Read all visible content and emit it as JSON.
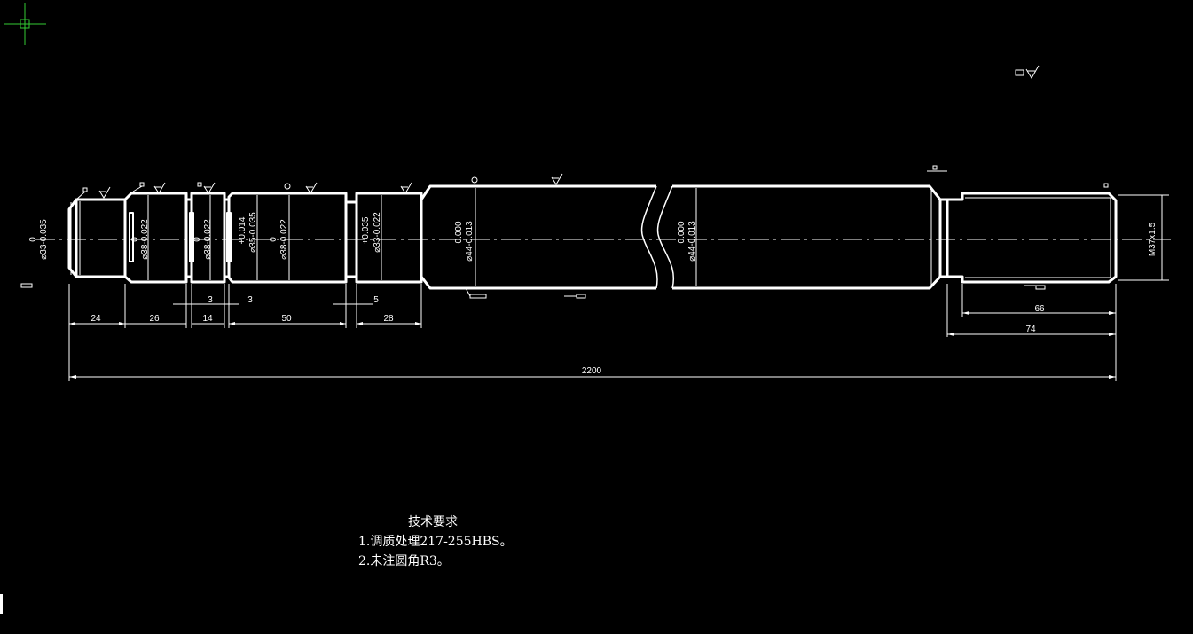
{
  "drawing": {
    "colors": {
      "background": "#000000",
      "lines": "#ffffff",
      "crosshair": "#33cc33"
    },
    "icons": [
      "crosshair-cursor-icon",
      "roughness-symbol-icon",
      "datum-symbol-icon",
      "tolerance-frame-icon"
    ],
    "dimensions": {
      "d1": "24",
      "d2": "26",
      "d3": "3",
      "d4": "14",
      "d5": "3",
      "d6": "50",
      "d7": "5",
      "d8": "28",
      "d9": "66",
      "d10": "74",
      "total": "2200"
    },
    "tolerances": {
      "t1_top": "0",
      "t1_bot": "⌀33-0.035",
      "t2_top": "0",
      "t2_bot": "⌀38-0.022",
      "t3_top": "0",
      "t3_bot": "⌀38-0.022",
      "t4_top": "+0.014",
      "t4_bot": "⌀35-0.035",
      "t5_top": "0",
      "t5_bot": "⌀38-0.022",
      "t6_top": "+0.035",
      "t6_bot": "⌀33-0.022",
      "t7_top": "0.000",
      "t7_bot": "⌀44-0.013",
      "t8_top": "0.000",
      "t8_bot": "⌀44-0.013",
      "thread": "M37x1.5"
    }
  },
  "notes": {
    "title": "技术要求",
    "line1": "1.调质处理217-255HBS。",
    "line2": "2.未注圆角R3。"
  }
}
